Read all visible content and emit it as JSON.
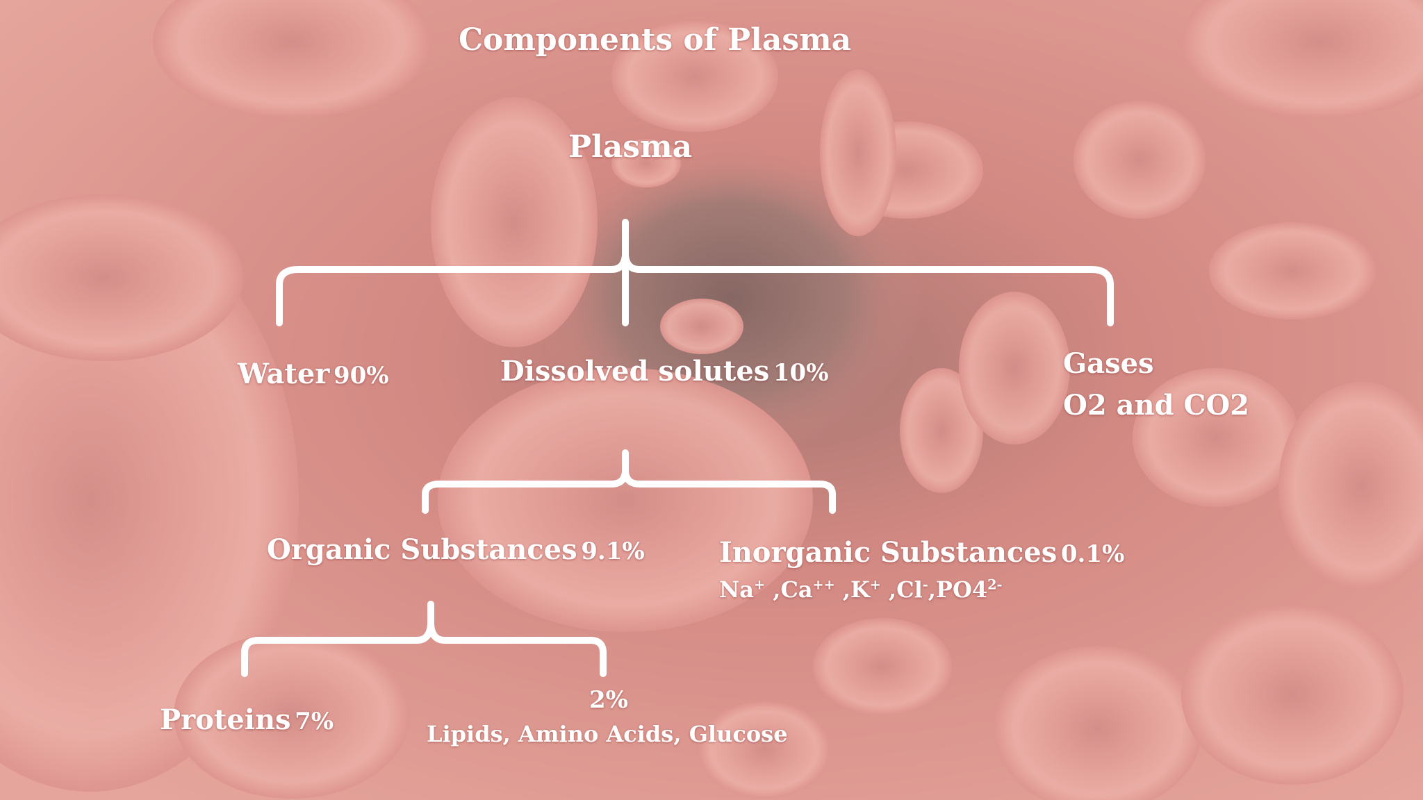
{
  "title": "Components of Plasma",
  "root": "Plasma",
  "water": {
    "label": "Water",
    "percent": "90%"
  },
  "dissolved": {
    "label": "Dissolved solutes",
    "percent": "10%"
  },
  "gases": {
    "label": "Gases",
    "detail": "O2 and CO2"
  },
  "organic": {
    "label": "Organic Substances",
    "percent": "9.1%"
  },
  "inorganic": {
    "label": "Inorganic Substances",
    "percent": "0.1%",
    "ions": [
      {
        "base": "Na",
        "charge": "+",
        "sep": " ,"
      },
      {
        "base": "Ca",
        "charge": "++",
        "sep": " ,"
      },
      {
        "base": "K",
        "charge": "+",
        "sep": " ,"
      },
      {
        "base": "Cl",
        "charge": "-",
        "sep": ","
      },
      {
        "base": "PO4",
        "charge": "2-",
        "sep": ""
      }
    ]
  },
  "proteins": {
    "label": "Proteins",
    "percent": "7%"
  },
  "other": {
    "percent": "2%",
    "detail": "Lipids, Amino Acids, Glucose"
  }
}
